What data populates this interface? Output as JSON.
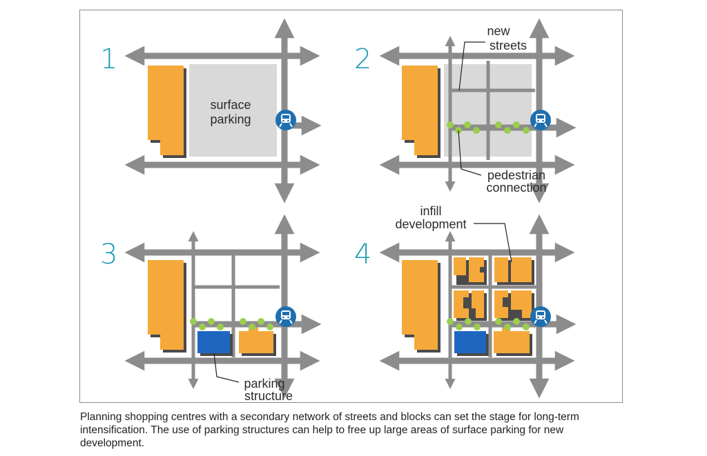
{
  "panels": [
    {
      "number": "1",
      "labels": [
        "surface",
        "parking"
      ]
    },
    {
      "number": "2",
      "labels": [
        "new",
        "streets",
        "pedestrian",
        "connection"
      ]
    },
    {
      "number": "3",
      "labels": [
        "parking",
        "structure"
      ]
    },
    {
      "number": "4",
      "labels": [
        "infill",
        "development"
      ]
    }
  ],
  "caption": "Planning shopping centres with a secondary network of streets and blocks can set the stage for long-term intensification. The use of parking structures can help to free up large areas of surface parking for new development.",
  "icons": {
    "transit": "transit-train-icon"
  },
  "colors": {
    "building": "#f5a93b",
    "building_shadow": "#4a4a4a",
    "parking": "#d9d9d9",
    "road": "#8c8c8c",
    "pedestrian": "#9acd50",
    "parking_structure": "#1f66c0",
    "transit": "#1f6fae",
    "number": "#1f9bb3"
  }
}
